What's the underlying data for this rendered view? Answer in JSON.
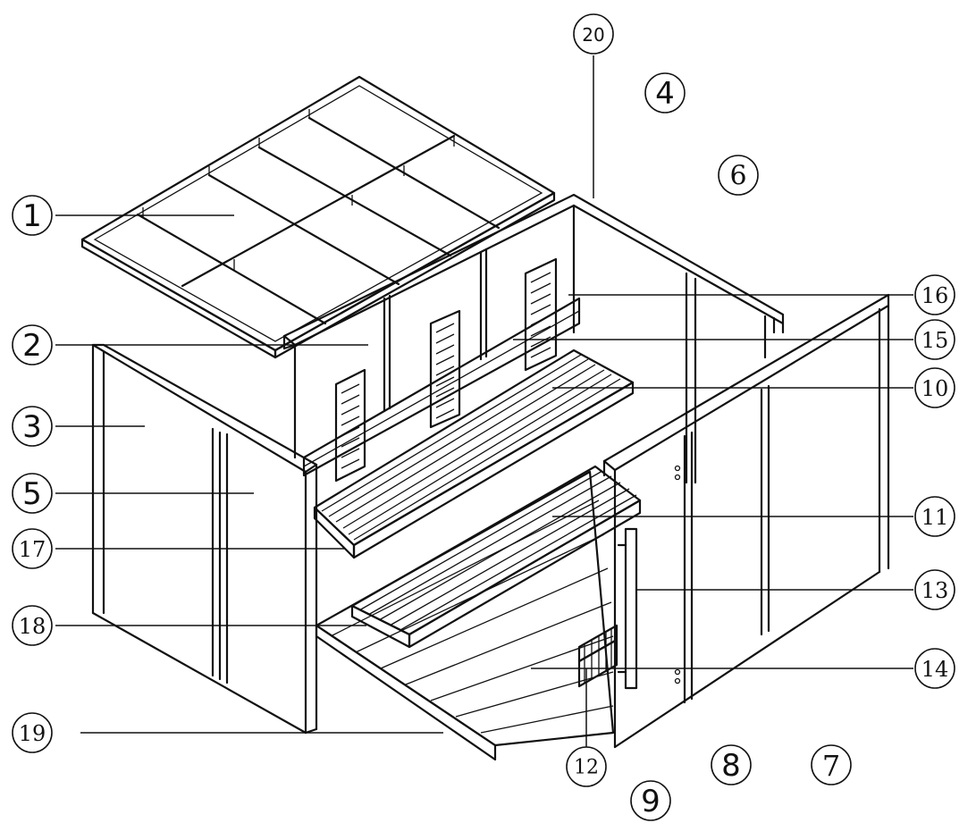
{
  "diagram": {
    "callouts": [
      {
        "label": "1"
      },
      {
        "label": "2"
      },
      {
        "label": "3"
      },
      {
        "label": "5"
      },
      {
        "label": "17"
      },
      {
        "label": "18"
      },
      {
        "label": "19"
      },
      {
        "label": "20"
      },
      {
        "label": "4"
      },
      {
        "label": "6"
      },
      {
        "label": "16"
      },
      {
        "label": "15"
      },
      {
        "label": "10"
      },
      {
        "label": "11"
      },
      {
        "label": "13"
      },
      {
        "label": "14"
      },
      {
        "label": "12"
      },
      {
        "label": "9"
      },
      {
        "label": "8"
      },
      {
        "label": "7"
      }
    ]
  }
}
